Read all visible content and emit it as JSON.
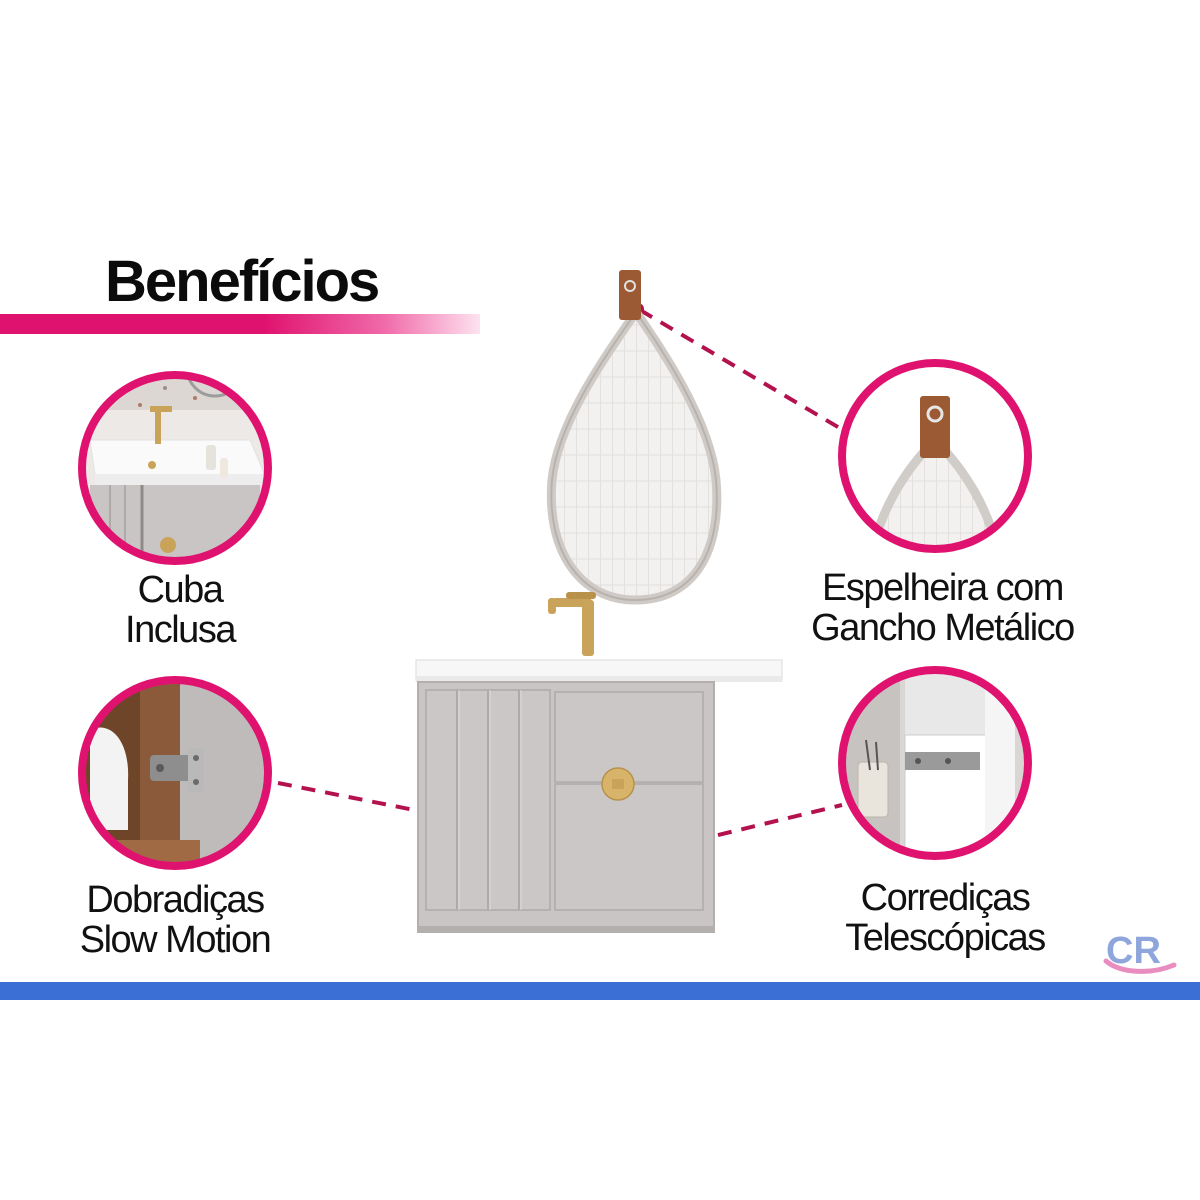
{
  "header": {
    "title": "Benefícios"
  },
  "callouts": [
    {
      "line1": "Cuba",
      "line2": "Inclusa"
    },
    {
      "line1": "Espelheira com",
      "line2": "Gancho Metálico"
    },
    {
      "line1": "Dobradiças",
      "line2": "Slow Motion"
    },
    {
      "line1": "Corrediças",
      "line2": "Telescópicas"
    }
  ],
  "logo": {
    "text": "CR"
  },
  "colors": {
    "accent": "#e0126f",
    "footer": "#3b6fd6",
    "cabinet": "#c9c5c4",
    "gold": "#c9a35a",
    "strap": "#9c5a34"
  }
}
